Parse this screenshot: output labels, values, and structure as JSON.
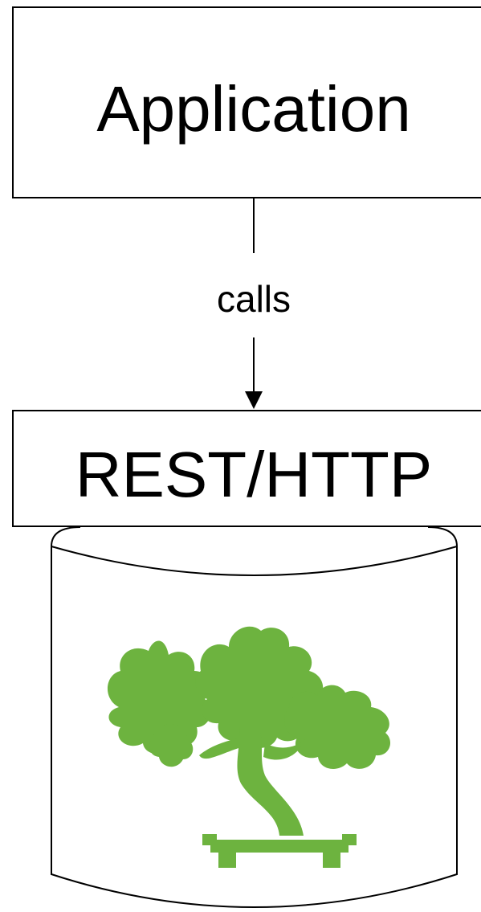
{
  "nodes": {
    "application": {
      "label": "Application"
    },
    "rest_http": {
      "label": "REST/HTTP"
    }
  },
  "edges": [
    {
      "from": "application",
      "to": "rest_http",
      "label": "calls"
    }
  ],
  "storage": {
    "icon": "bonsai-tree-icon",
    "color": "#6db33f"
  }
}
